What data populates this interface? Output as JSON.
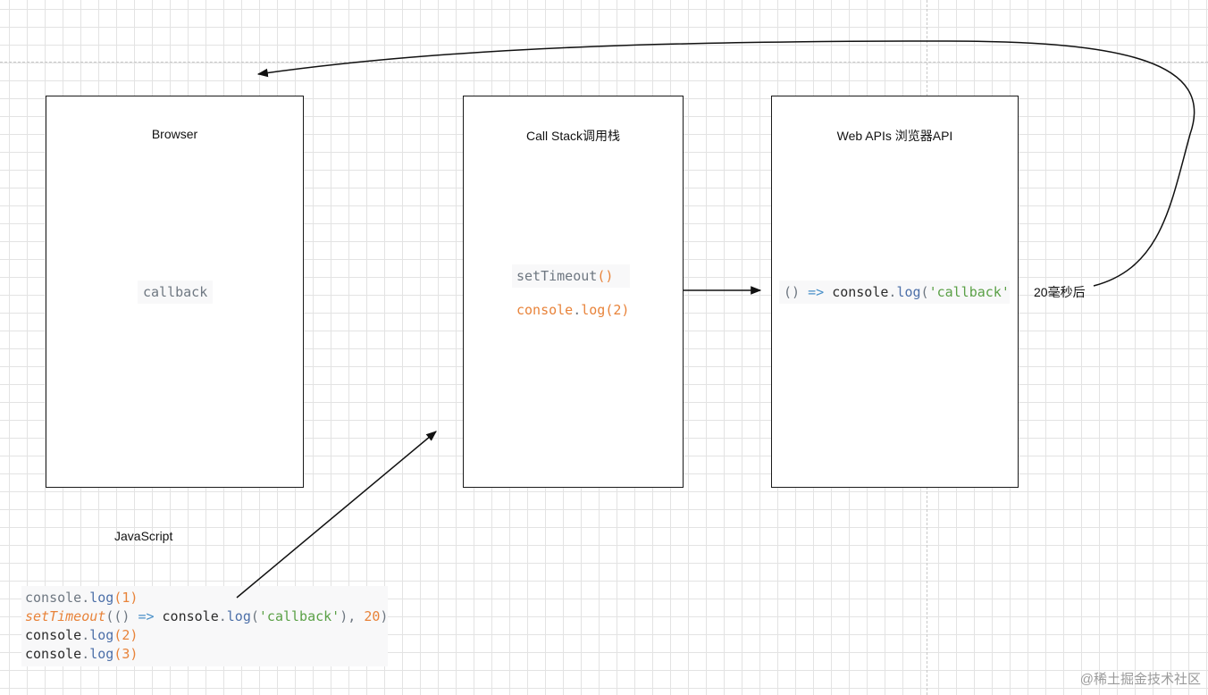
{
  "browser": {
    "title": "Browser",
    "queued_item": "callback"
  },
  "call_stack": {
    "title": "Call Stack调用栈",
    "frame_top": {
      "name": "setTimeout",
      "parens": "()"
    },
    "frame_bottom": {
      "obj": "console",
      "dot": ".",
      "method": "log",
      "args": "(2)"
    }
  },
  "web_apis": {
    "title": "Web APIs 浏览器API",
    "handler": {
      "parens": "()",
      "arrow": "=>",
      "obj": "console",
      "dot": ".",
      "method": "log",
      "open": "(",
      "string": "'callback'"
    }
  },
  "timer_label": "20毫秒后",
  "js_label": "JavaScript",
  "code": {
    "line1": {
      "obj": "console",
      "dot": ".",
      "method": "log",
      "open": "(",
      "arg": "1",
      "close": ")"
    },
    "line2": {
      "fn": "setTimeout",
      "open": "(",
      "parens": "()",
      "arrow": "=>",
      "obj": "console",
      "dot": ".",
      "method": "log",
      "open2": "(",
      "string": "'callback'",
      "close2": "),",
      "delay": "20",
      "close": ")"
    },
    "line3": {
      "obj": "console",
      "dot": ".",
      "method": "log",
      "open": "(",
      "arg": "2",
      "close": ")"
    },
    "line4": {
      "obj": "console",
      "dot": ".",
      "method": "log",
      "open": "(",
      "arg": "3",
      "close": ")"
    }
  },
  "watermark": "@稀土掘金技术社区"
}
